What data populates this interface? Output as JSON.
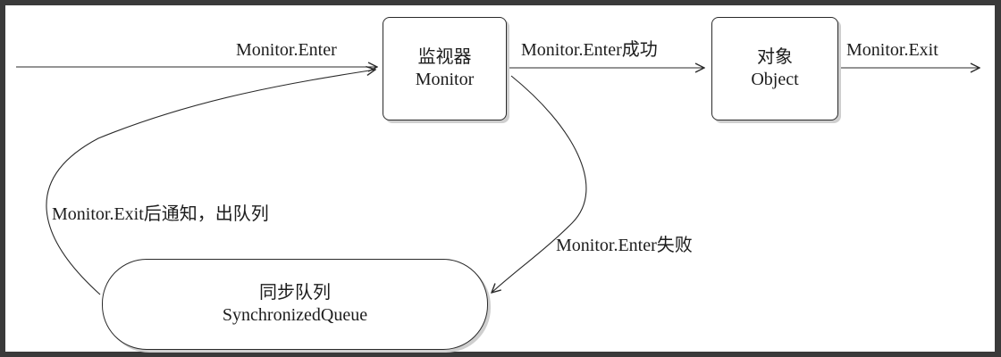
{
  "nodes": {
    "monitor": {
      "title": "监视器",
      "subtitle": "Monitor"
    },
    "object": {
      "title": "对象",
      "subtitle": "Object"
    },
    "queue": {
      "title": "同步队列",
      "subtitle": "SynchronizedQueue"
    }
  },
  "edges": {
    "enter": "Monitor.Enter",
    "enter_success": "Monitor.Enter成功",
    "exit": "Monitor.Exit",
    "enter_fail": "Monitor.Enter失败",
    "exit_notify": "Monitor.Exit后通知，出队列"
  },
  "colors": {
    "line": "#2a2a2a",
    "shadow": "#cfcfcf",
    "frame": "#3a3a3a"
  }
}
